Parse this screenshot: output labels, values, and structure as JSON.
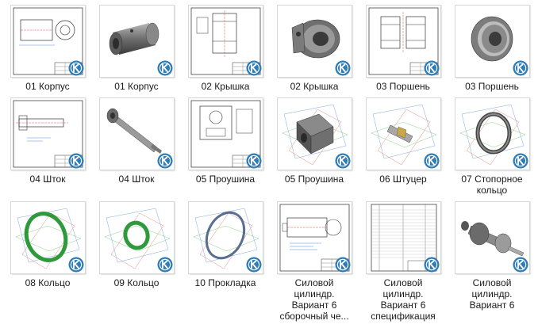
{
  "files": [
    {
      "label": "01 Корпус",
      "kind": "drawing"
    },
    {
      "label": "01 Корпус",
      "kind": "model-body"
    },
    {
      "label": "02 Крышка",
      "kind": "drawing"
    },
    {
      "label": "02 Крышка",
      "kind": "model-cover"
    },
    {
      "label": "03 Поршень",
      "kind": "drawing"
    },
    {
      "label": "03 Поршень",
      "kind": "model-piston"
    },
    {
      "label": "04 Шток",
      "kind": "drawing"
    },
    {
      "label": "04 Шток",
      "kind": "model-rod"
    },
    {
      "label": "05 Проушина",
      "kind": "drawing"
    },
    {
      "label": "05 Проушина",
      "kind": "model-eye"
    },
    {
      "label": "06 Штуцер",
      "kind": "model-fitting"
    },
    {
      "label": "07 Стопорное\nкольцо",
      "kind": "model-retaining-ring"
    },
    {
      "label": "08 Кольцо",
      "kind": "model-ring-green"
    },
    {
      "label": "09 Кольцо",
      "kind": "model-ring-green-small"
    },
    {
      "label": "10 Прокладка",
      "kind": "model-gasket"
    },
    {
      "label": "Силовой\nцилиндр.\nВариант 6\nсборочный че...",
      "kind": "drawing-assembly"
    },
    {
      "label": "Силовой\nцилиндр.\nВариант 6\nспецификация",
      "kind": "spec"
    },
    {
      "label": "Силовой\nцилиндр.\nВариант 6",
      "kind": "model-assembly"
    }
  ],
  "colors": {
    "badge_outer": "#2e7bb8",
    "badge_inner": "#ffffff",
    "ring_green": "#2f9a3c",
    "gasket_blue": "#5a6f8f"
  }
}
